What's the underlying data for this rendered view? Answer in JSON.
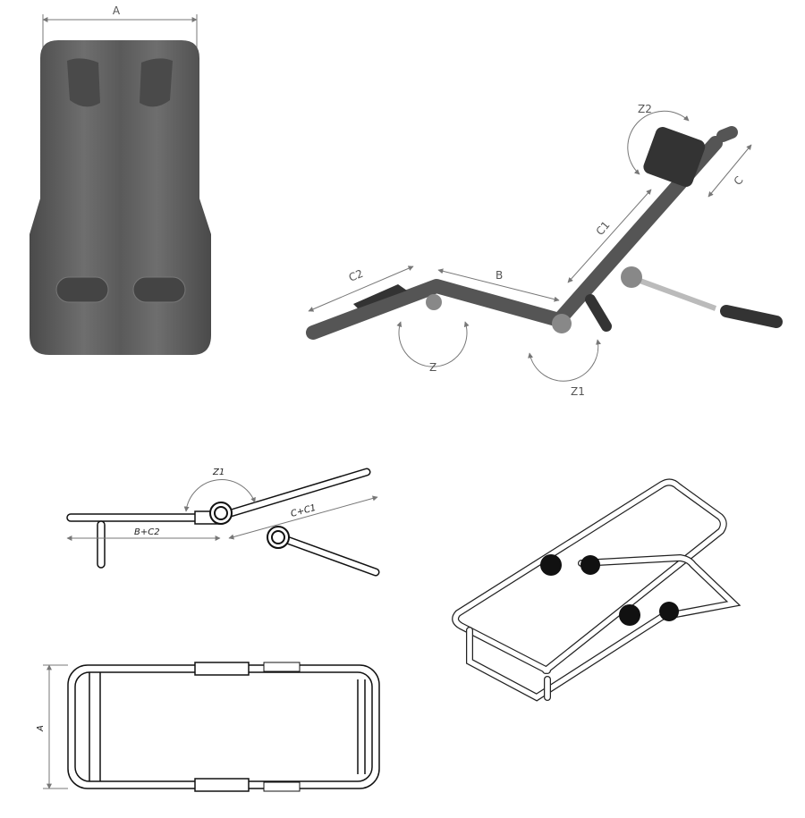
{
  "seat_front_view": {
    "dimension_label": "A"
  },
  "seat_side_view": {
    "labels": {
      "z2": "Z2",
      "c": "C",
      "c1": "C1",
      "c2": "C2",
      "b": "B",
      "z": "Z",
      "z1": "Z1"
    }
  },
  "frame_side_view": {
    "labels": {
      "z1": "Z1",
      "c_c1": "C+C1",
      "b_c2": "B+C2"
    }
  },
  "frame_top_view": {
    "dimension_label": "A"
  },
  "frame_isometric": {}
}
